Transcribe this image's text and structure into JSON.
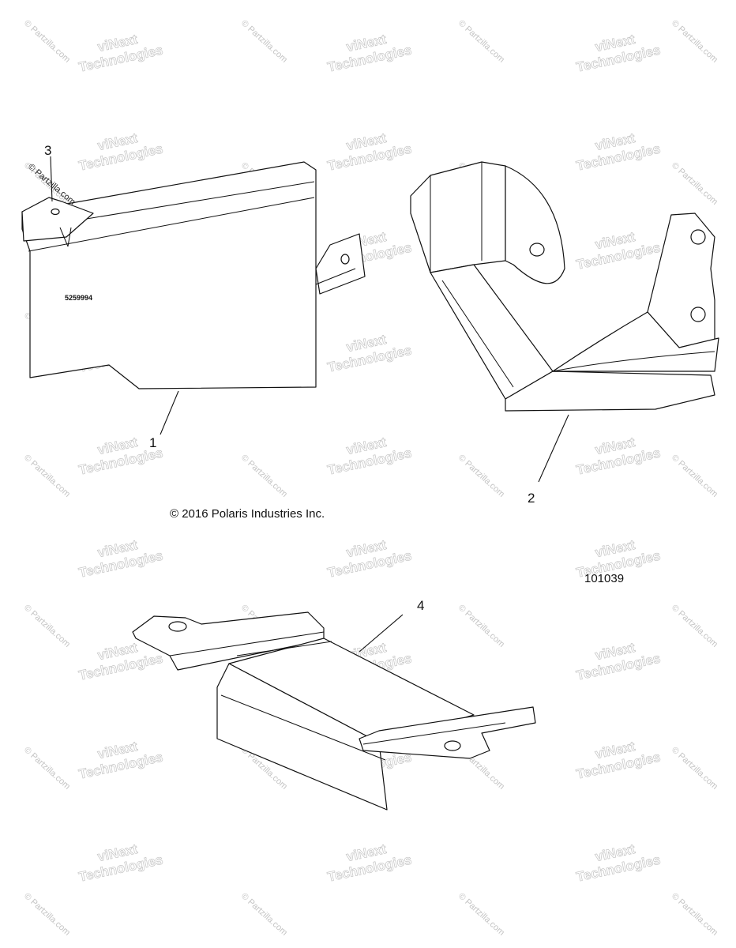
{
  "callouts": {
    "c1": "1",
    "c2": "2",
    "c3": "3",
    "c4": "4"
  },
  "part_marking": "5259994",
  "copyright": "© 2016 Polaris Industries Inc.",
  "figure_number": "101039",
  "watermarks": {
    "vendor_line1": "viNext",
    "vendor_line2": "Technologies",
    "site": "© Partzilla.com"
  }
}
